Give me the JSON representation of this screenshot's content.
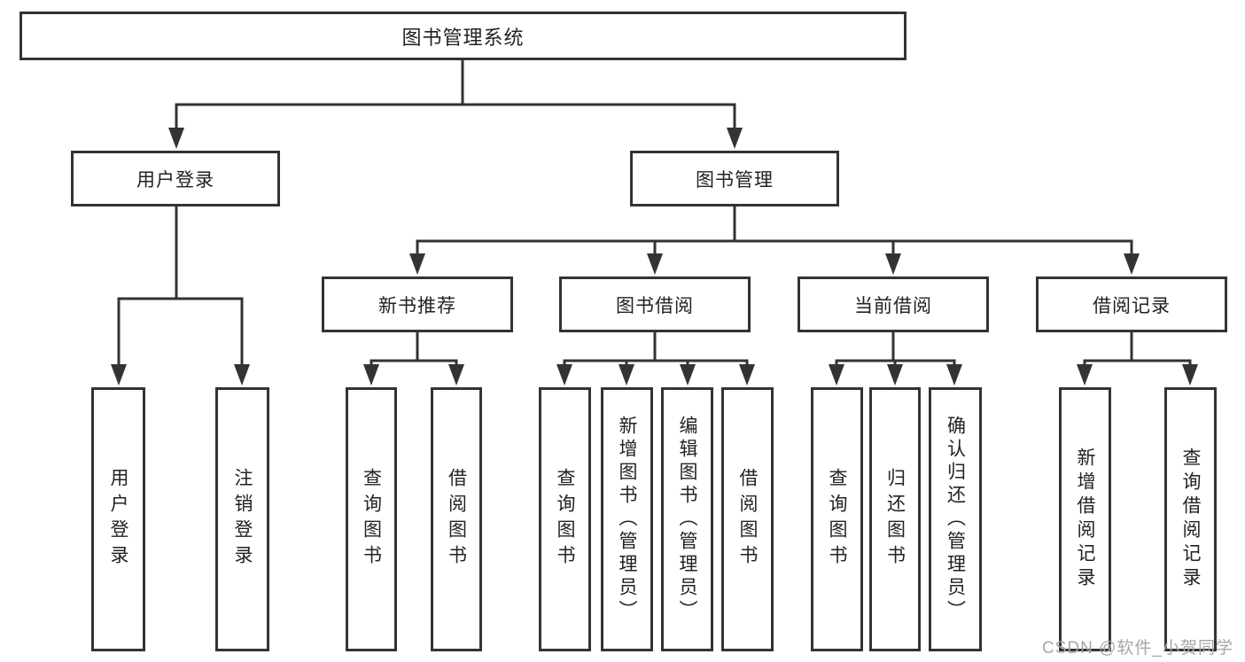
{
  "diagram": {
    "title": "图书管理系统",
    "nodes": {
      "root": "图书管理系统",
      "user_login": "用户登录",
      "book_mgmt": "图书管理",
      "new_book_rec": "新书推荐",
      "book_borrow": "图书借阅",
      "current_borrow": "当前借阅",
      "borrow_record": "借阅记录"
    },
    "leaves": {
      "login": [
        "用户登录",
        "注销登录"
      ],
      "rec": [
        "查询图书",
        "借阅图书"
      ],
      "borrow": [
        "查询图书",
        "新增图书（管理员）",
        "编辑图书（管理员）",
        "借阅图书"
      ],
      "current": [
        "查询图书",
        "归还图书",
        "确认归还（管理员）"
      ],
      "record": [
        "新增借阅记录",
        "查询借阅记录"
      ]
    }
  },
  "watermark": {
    "text": "CSDN @软件_小贺同学"
  },
  "colors": {
    "line": "#333333",
    "box_border": "#333333",
    "box_fill": "#ffffff",
    "text": "#222222",
    "watermark": "#a6a6a6",
    "background": "#ffffff"
  }
}
